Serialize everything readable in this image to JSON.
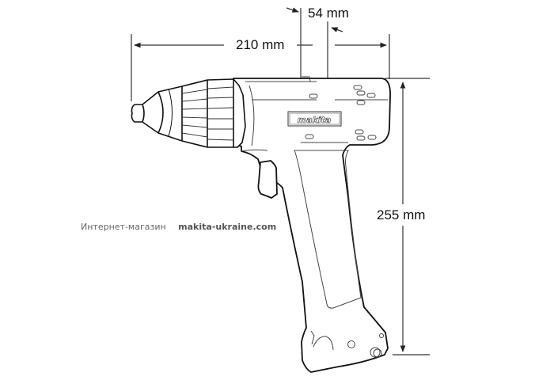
{
  "diagram": {
    "subject": "Makita cordless drill driver – side view line drawing",
    "brand_label": "makita",
    "dimensions": {
      "length": {
        "value": 210,
        "unit": "mm",
        "label": "210 mm"
      },
      "width": {
        "value": 54,
        "unit": "mm",
        "label": "54 mm"
      },
      "height": {
        "value": 255,
        "unit": "mm",
        "label": "255 mm"
      }
    }
  },
  "watermark": {
    "prefix": "Интернет-магазин",
    "site": "makita-ukraine.com"
  },
  "colors": {
    "line": "#111111",
    "watermark": "#666666",
    "background": "#ffffff"
  }
}
